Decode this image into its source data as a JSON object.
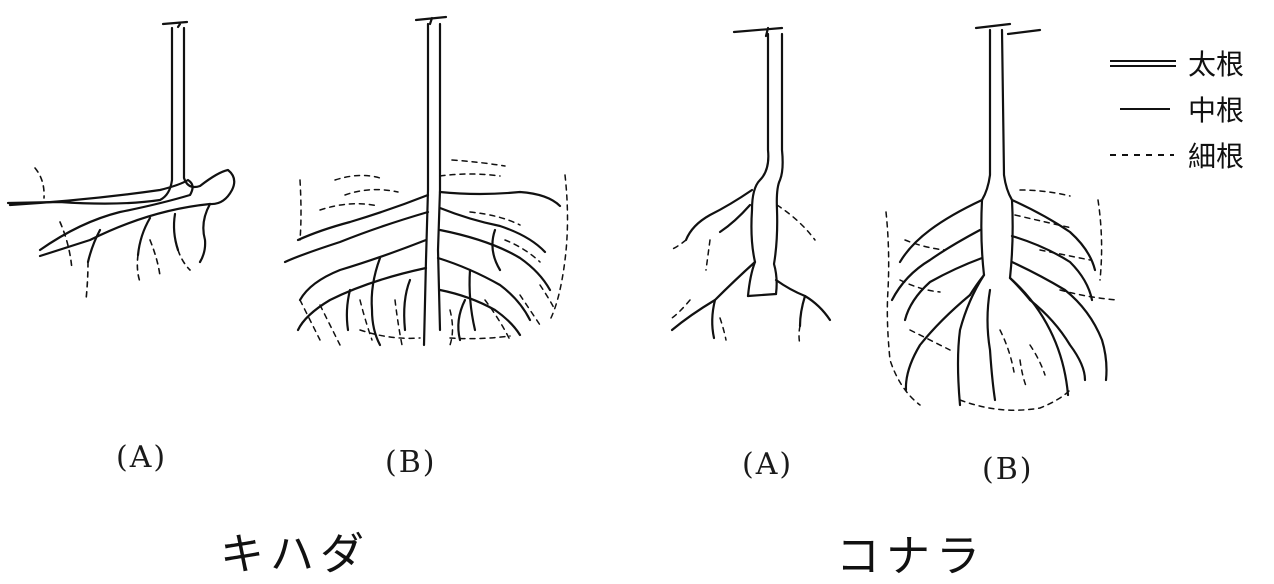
{
  "labels": {
    "kihada_a": "(A)",
    "kihada_b": "(B)",
    "konara_a": "(A)",
    "konara_b": "(B)"
  },
  "species": {
    "kihada": "キハダ",
    "konara": "コナラ"
  },
  "legend": [
    {
      "style": "double",
      "label": "太根"
    },
    {
      "style": "solid",
      "label": "中根"
    },
    {
      "style": "dashed",
      "label": "細根"
    }
  ],
  "colors": {
    "ink": "#111111",
    "background": "#ffffff"
  }
}
